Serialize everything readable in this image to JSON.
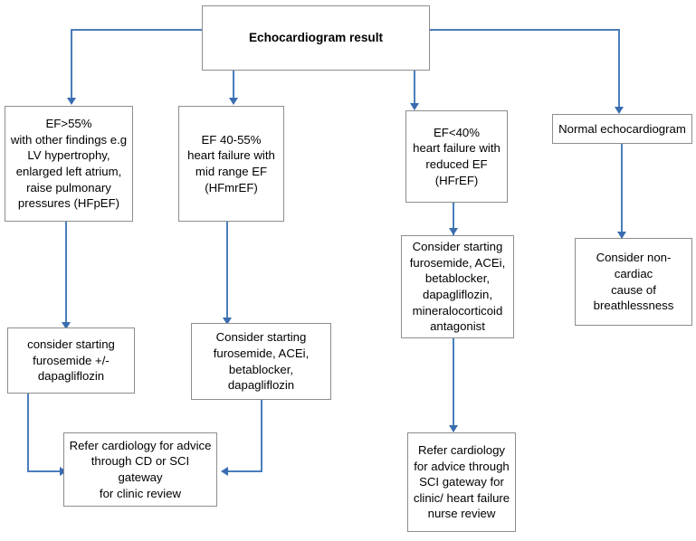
{
  "diagram": {
    "title": "Echocardiogram result",
    "nodes": {
      "root": "Echocardiogram result",
      "hfpef": "EF>55%\nwith other findings e.g\nLV hypertrophy,\nenlarged left atrium,\nraise pulmonary\npressures (HFpEF)",
      "hfmref": "EF 40-55%\nheart failure with\nmid range EF\n(HFmrEF)",
      "hfref": "EF<40%\nheart failure with\nreduced EF\n(HFrEF)",
      "normal": "Normal echocardiogram",
      "hfpef_treat": "consider starting\nfurosemide +/-\ndapagliflozin",
      "hfmref_treat": "Consider starting\nfurosemide, ACEi,\nbetablocker,\ndapagliflozin",
      "hfref_treat": "Consider starting\nfurosemide, ACEi,\nbetablocker,\ndapagliflozin,\nmineralocorticoid\nantagonist",
      "normal_next": "Consider non-cardiac\ncause of\nbreathlessness",
      "refer_left": "Refer cardiology for advice\nthrough CD or SCI gateway\nfor clinic review",
      "refer_right": "Refer cardiology\nfor advice through\nSCI gateway for\nclinic/ heart failure\nnurse review"
    },
    "colors": {
      "connector": "#4a7ebb",
      "arrowhead": "#3a6cb0",
      "box_border": "#8d8d8d",
      "box_fill": "#ffffff",
      "text": "#000000"
    }
  }
}
